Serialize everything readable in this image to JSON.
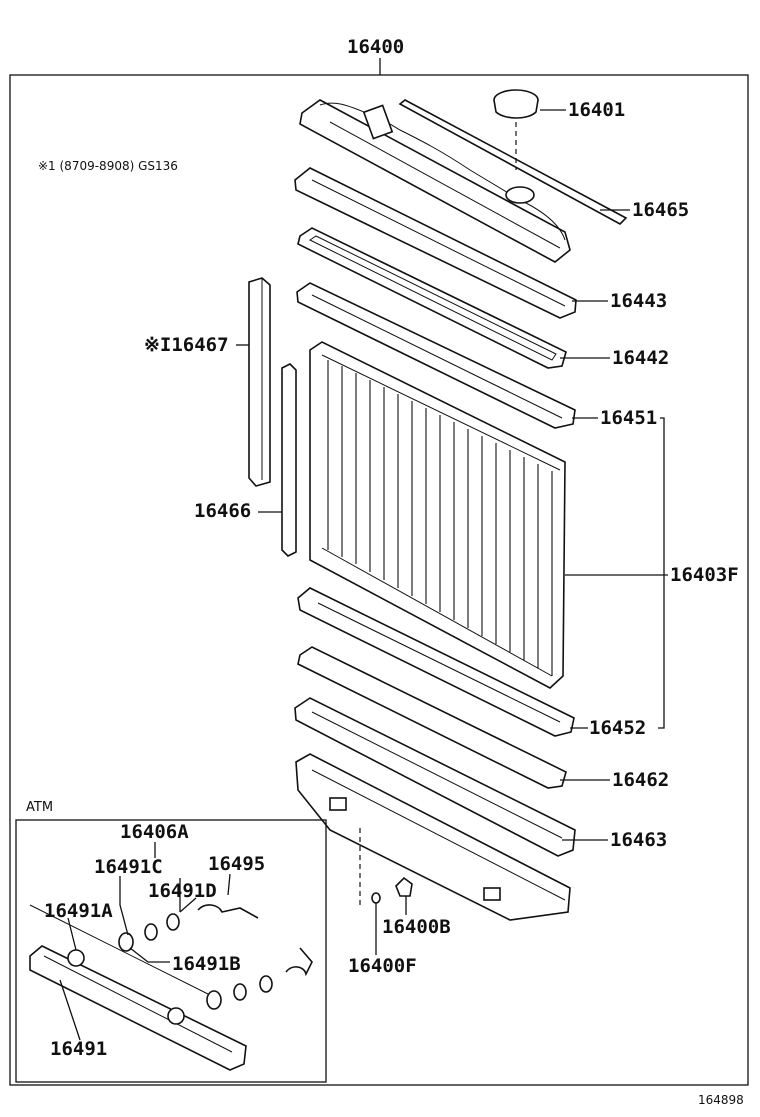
{
  "assembly": {
    "part_no": "16400"
  },
  "note": {
    "text": "※1 (8709-8908) GS136"
  },
  "labels": {
    "p16401": "16401",
    "p16465": "16465",
    "p16443": "16443",
    "p16442": "16442",
    "p16451": "16451",
    "p16467": "※I16467",
    "p16466": "16466",
    "p16403F": "16403F",
    "p16452": "16452",
    "p16462": "16462",
    "p16463": "16463",
    "p16400B": "16400B",
    "p16400F": "16400F"
  },
  "atm": {
    "title": "ATM",
    "labels": {
      "p16406A": "16406A",
      "p16491C": "16491C",
      "p16495": "16495",
      "p16491D": "16491D",
      "p16491A": "16491A",
      "p16491B": "16491B",
      "p16491": "16491"
    }
  },
  "figure_id": "164898"
}
